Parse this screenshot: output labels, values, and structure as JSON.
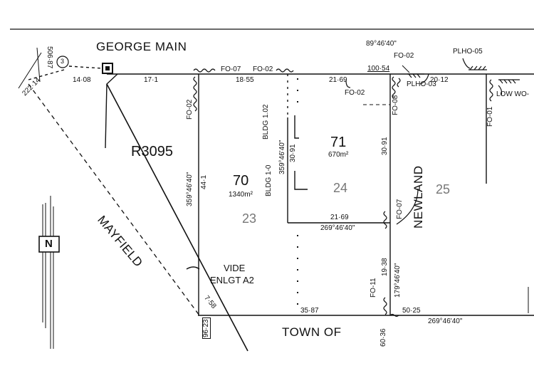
{
  "roads": {
    "george_main": "GEORGE MAIN",
    "mayfield": "MAYFIELD",
    "newland": "NEWLAND",
    "town_of": "TOWN OF"
  },
  "reserve": "R3095",
  "lots": {
    "lot70": {
      "number": "70",
      "area": "1340m²",
      "sub": "23"
    },
    "lot71": {
      "number": "71",
      "area": "670m²",
      "sub": "24"
    },
    "lot25": {
      "number": "25"
    }
  },
  "vide": {
    "line1": "VIDE",
    "line2": "ENLGT A2"
  },
  "north": "N",
  "circle_ref": "3",
  "bearings": {
    "b_top": "89°46'40\"",
    "b_west": "359°46'40\"",
    "b_lot71": "359°46'40\"",
    "b_mid": "269°46'40\"",
    "b_east": "179°46'40\"",
    "b_bottom": "269°46'40\""
  },
  "distances": {
    "d_1408": "14·08",
    "d_171": "17·1",
    "d_1855": "18·55",
    "d_2169_top": "21·69",
    "d_10054": "100·54",
    "d_2012": "20·12",
    "d_3091_inner": "30·91",
    "d_3091_east": "30·91",
    "d_441": "44·1",
    "d_2169_mid": "21·69",
    "d_1938": "19·38",
    "d_3587": "35·87",
    "d_5025": "50·25",
    "d_758": "7·58",
    "d_6036": "60·36",
    "d_9623": "96·23",
    "d_22214": "222·14",
    "d_50687": "506·87"
  },
  "fence_codes": {
    "fo07_top": "FO-07",
    "fo02_top": "FO-02",
    "fo02_upper": "FO-02",
    "fo02_under": "FO-02",
    "fo02_west": "FO-02",
    "fo08": "FO-08",
    "fo01": "FO-01",
    "fo07_east": "FO-07",
    "fo11": "FO-11"
  },
  "plho": {
    "plho05": "PLHO-05",
    "plho03": "PLHO-03"
  },
  "low_wo": "LOW WO-",
  "bldg": {
    "bldg102": "BLDG 1.02",
    "bldg10": "BLDG 1-0"
  }
}
